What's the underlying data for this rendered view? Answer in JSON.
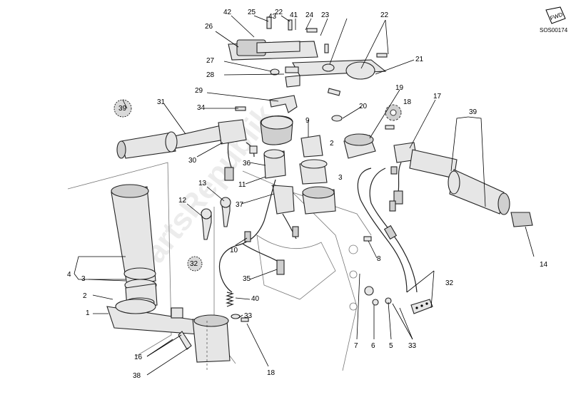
{
  "diagram": {
    "code": "SOS00174",
    "fwd_label": "FWD",
    "watermark": "PartsRepublik",
    "labels": [
      {
        "id": "l42",
        "text": "42"
      },
      {
        "id": "l25",
        "text": "25"
      },
      {
        "id": "l22a",
        "text": "22"
      },
      {
        "id": "l41",
        "text": "41"
      },
      {
        "id": "l24",
        "text": "24"
      },
      {
        "id": "l23",
        "text": "23"
      },
      {
        "id": "l22b",
        "text": "22"
      },
      {
        "id": "l43",
        "text": "43"
      },
      {
        "id": "l26",
        "text": "26"
      },
      {
        "id": "l21",
        "text": "21"
      },
      {
        "id": "l27",
        "text": "27"
      },
      {
        "id": "l28",
        "text": "28"
      },
      {
        "id": "l29",
        "text": "29"
      },
      {
        "id": "l19",
        "text": "19"
      },
      {
        "id": "l17",
        "text": "17"
      },
      {
        "id": "l18",
        "text": "18"
      },
      {
        "id": "l31",
        "text": "31"
      },
      {
        "id": "l39a",
        "text": "39"
      },
      {
        "id": "l34",
        "text": "34"
      },
      {
        "id": "l20",
        "text": "20"
      },
      {
        "id": "l39b",
        "text": "39"
      },
      {
        "id": "l9",
        "text": "9"
      },
      {
        "id": "l2a",
        "text": "2"
      },
      {
        "id": "l30",
        "text": "30"
      },
      {
        "id": "l36",
        "text": "36"
      },
      {
        "id": "l3a",
        "text": "3"
      },
      {
        "id": "l13",
        "text": "13"
      },
      {
        "id": "l11",
        "text": "11"
      },
      {
        "id": "l12",
        "text": "12"
      },
      {
        "id": "l37",
        "text": "37"
      },
      {
        "id": "l10",
        "text": "10"
      },
      {
        "id": "l8",
        "text": "8"
      },
      {
        "id": "l14",
        "text": "14"
      },
      {
        "id": "l4",
        "text": "4"
      },
      {
        "id": "l3b",
        "text": "3"
      },
      {
        "id": "l32a",
        "text": "32"
      },
      {
        "id": "l35",
        "text": "35"
      },
      {
        "id": "l32b",
        "text": "32"
      },
      {
        "id": "l2b",
        "text": "2"
      },
      {
        "id": "l40",
        "text": "40"
      },
      {
        "id": "l1",
        "text": "1"
      },
      {
        "id": "l33a",
        "text": "33"
      },
      {
        "id": "l16",
        "text": "16"
      },
      {
        "id": "l7",
        "text": "7"
      },
      {
        "id": "l6",
        "text": "6"
      },
      {
        "id": "l5",
        "text": "5"
      },
      {
        "id": "l33b",
        "text": "33"
      },
      {
        "id": "l38",
        "text": "38"
      },
      {
        "id": "l18b",
        "text": "18"
      }
    ]
  }
}
